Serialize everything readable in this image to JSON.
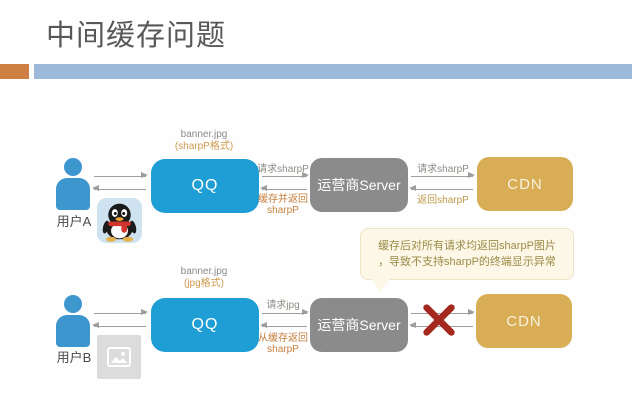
{
  "title": "中间缓存问题",
  "rows": [
    {
      "user": "用户A",
      "file": "banner.jpg",
      "format": "(sharpP格式)",
      "qq": "QQ",
      "server": "运营商Server",
      "cdn": "CDN",
      "request_server": "请求sharpP",
      "return_server_l1": "缓存并返回",
      "return_server_l2": "sharpP",
      "request_cdn": "请求sharpP",
      "return_cdn": "返回sharpP"
    },
    {
      "user": "用户B",
      "file": "banner.jpg",
      "format": "(jpg格式)",
      "qq": "QQ",
      "server": "运营商Server",
      "cdn": "CDN",
      "request_server": "请求jpg",
      "return_server_l1": "从缓存返回",
      "return_server_l2": "sharpP",
      "cdn_link_blocked": true
    }
  ],
  "callout": {
    "line1": "缓存后对所有请求均返回sharpP图片",
    "line2": "，导致不支持sharpP的终端显示异常"
  },
  "icons": {
    "user": "person-silhouette",
    "qq_app": "qq-penguin-app-icon",
    "broken_image": "broken-image-placeholder",
    "blocked": "red-x"
  },
  "colors": {
    "accent_orange": "#cd7f44",
    "accent_blue": "#9cb9d9",
    "qq_blue": "#1f9ed5",
    "server_gray": "#8b8b8b",
    "cdn_gold": "#d9ad55",
    "person_blue": "#3e96cf",
    "label_orange": "#c5803e",
    "label_gold": "#c09a48",
    "error_red": "#a5281e",
    "callout_bg": "#fcf7e7"
  }
}
